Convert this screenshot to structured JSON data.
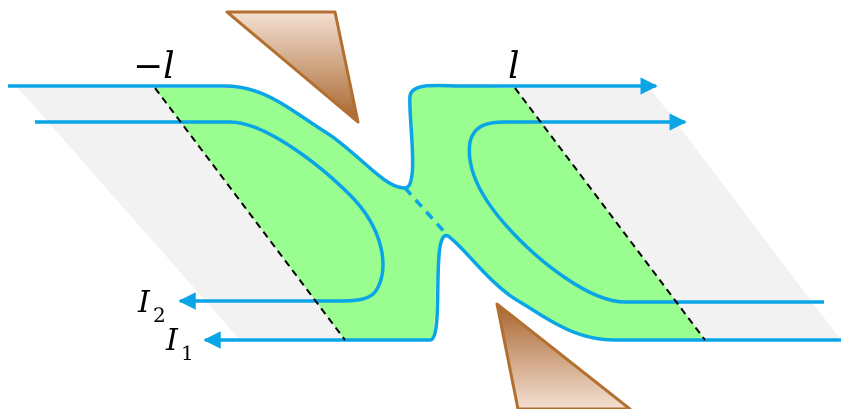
{
  "diagram": {
    "labels": {
      "left_boundary": "−l",
      "right_boundary": "l",
      "current_2_base": "I",
      "current_2_sub": "2",
      "current_1_base": "I",
      "current_1_sub": "1"
    },
    "colors": {
      "edge_channel": "#0aa5e6",
      "region_fill": "#9afd8f",
      "background_strip": "#f2f2f2",
      "gate_dark": "#a8652e",
      "gate_light": "#f4e0d2",
      "gate_edge": "#b26f2f",
      "boundary_line": "#000000"
    }
  }
}
